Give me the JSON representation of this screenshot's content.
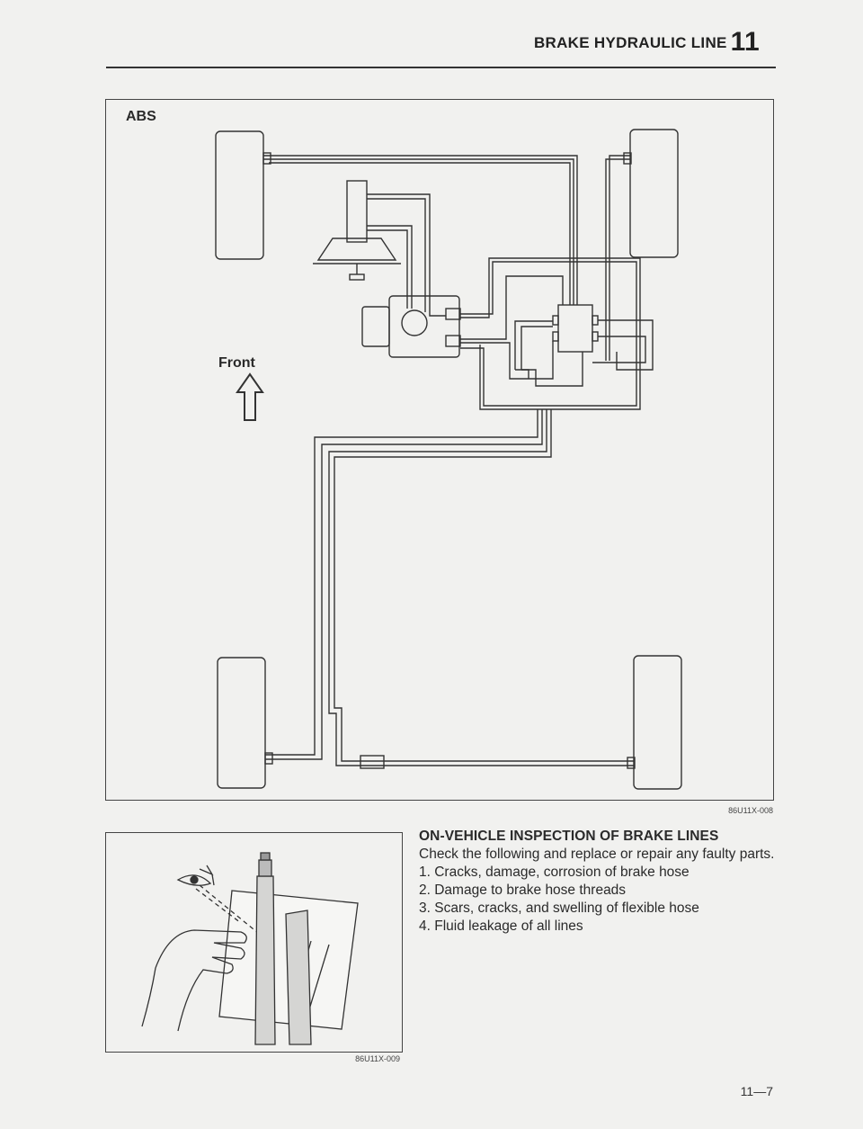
{
  "header": {
    "title": "BRAKE HYDRAULIC LINE",
    "chapter": "11"
  },
  "figure1": {
    "label": "ABS",
    "direction_label": "Front",
    "code": "86U11X-008"
  },
  "figure2": {
    "code": "86U11X-009"
  },
  "inspection": {
    "heading": "ON-VEHICLE INSPECTION OF BRAKE LINES",
    "intro": "Check the following and replace or repair any faulty parts.",
    "items": [
      "1. Cracks, damage, corrosion of brake hose",
      "2. Damage to brake hose threads",
      "3. Scars, cracks, and swelling of flexible hose",
      "4. Fluid leakage of all lines"
    ]
  },
  "page_number": "11—7"
}
